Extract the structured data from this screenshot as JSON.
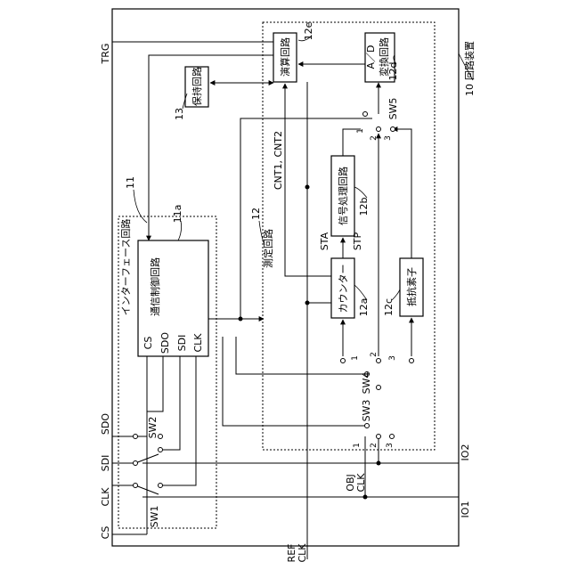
{
  "labels": {
    "device_name": "回路装置",
    "device_ref": "10",
    "interface_circuit": "インターフェース回路",
    "interface_ref": "11",
    "comm_control": "通信制御回路",
    "comm_control_ref": "11a",
    "measurement_circuit": "測定回路",
    "measurement_ref": "12",
    "counter": "カウンター",
    "counter_ref": "12a",
    "signal_processing": "信号処理回路",
    "signal_processing_ref": "12b",
    "resistor": "抵抗素子",
    "resistor_ref": "12c",
    "ad_converter_line1": "A／D",
    "ad_converter_line2": "変換回路",
    "ad_converter_ref": "12d",
    "arithmetic": "演算回路",
    "arithmetic_ref": "12e",
    "holding": "保持回路",
    "holding_ref": "13"
  },
  "signals": {
    "trg": "TRG",
    "sdo": "SDO",
    "sdi": "SDI",
    "clk": "CLK",
    "cs": "CS",
    "port_cs": "CS",
    "port_sdo": "SDO",
    "port_sdi": "SDI",
    "port_clk": "CLK",
    "ref_clk_line1": "REF",
    "ref_clk_line2": "CLK",
    "obj_clk_line1": "OBJ",
    "obj_clk_line2": "CLK",
    "io1": "IO1",
    "io2": "IO2",
    "sta": "STA",
    "stp": "STP",
    "cnt": "CNT1, CNT2"
  },
  "switches": {
    "sw1": "SW1",
    "sw2": "SW2",
    "sw3": "SW3",
    "sw4": "SW4",
    "sw5": "SW5",
    "t1": "1",
    "t2": "2",
    "t3": "3"
  }
}
